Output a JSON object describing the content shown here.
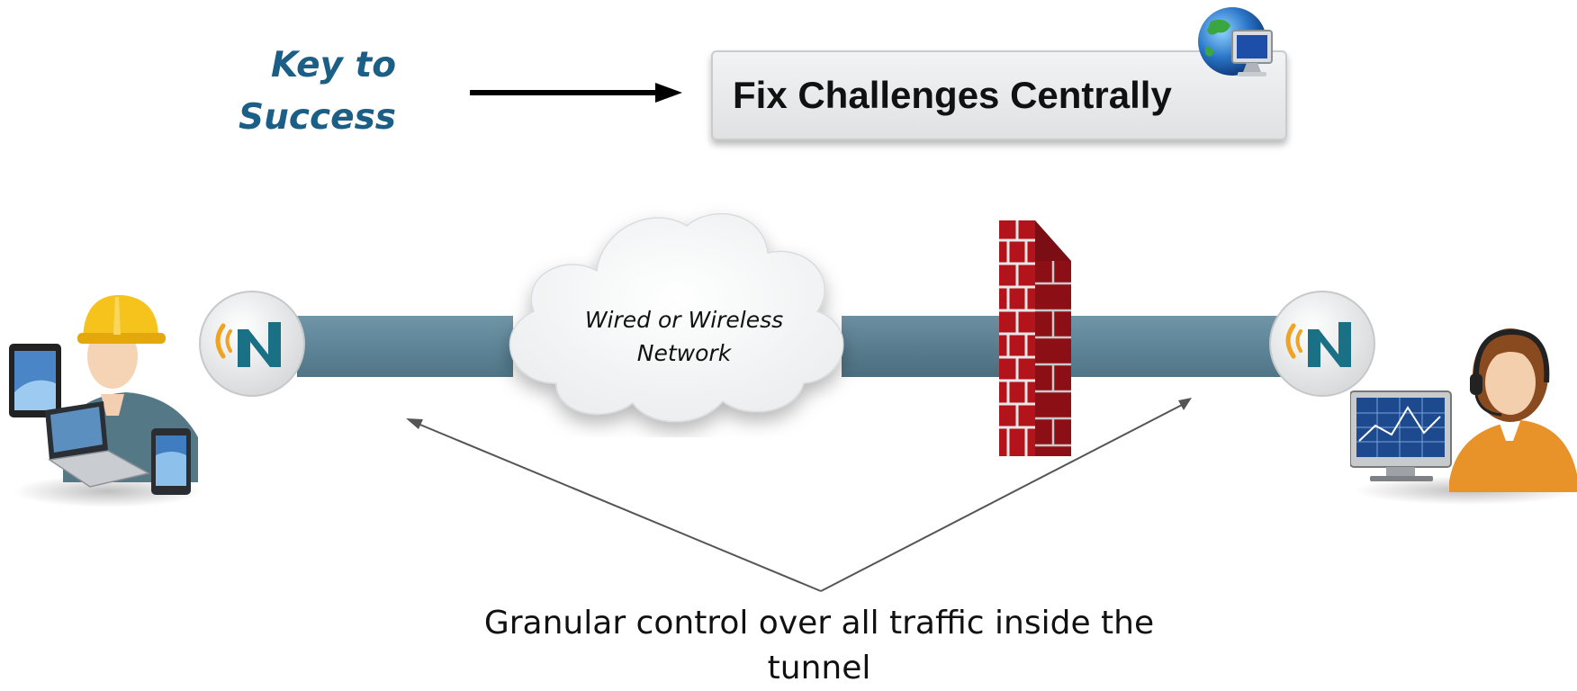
{
  "key": {
    "title": "Key to\nSuccess"
  },
  "banner": {
    "text": "Fix Challenges Centrally"
  },
  "network": {
    "label": "Wired or Wireless\nNetwork"
  },
  "caption": {
    "text": "Granular control over all traffic inside the\ntunnel"
  },
  "colors": {
    "key_text": "#1b5e86",
    "tunnel": "#5d8496",
    "logo_teal": "#1a7085",
    "logo_orange": "#f0a323",
    "firewall_red": "#b3141c"
  },
  "icons": [
    "globe-computer-icon",
    "cloud-icon",
    "firewall-icon",
    "n-logo-icon",
    "field-worker-icon",
    "support-agent-icon",
    "arrow-icon"
  ]
}
